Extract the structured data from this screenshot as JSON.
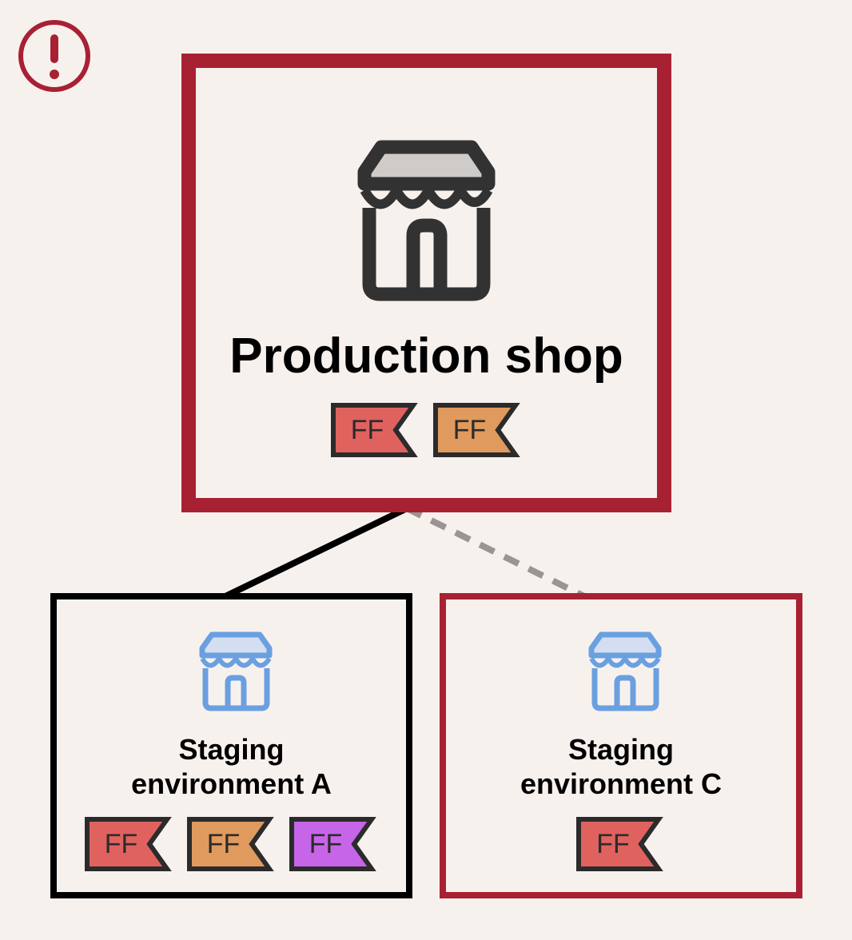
{
  "production": {
    "title": "Production shop",
    "flags": [
      {
        "label": "FF",
        "color": "#e0625f"
      },
      {
        "label": "FF",
        "color": "#e09a5e"
      }
    ]
  },
  "staging_a": {
    "title_line1": "Staging",
    "title_line2": "environment A",
    "flags": [
      {
        "label": "FF",
        "color": "#e0625f"
      },
      {
        "label": "FF",
        "color": "#e09a5e"
      },
      {
        "label": "FF",
        "color": "#c765e8"
      }
    ]
  },
  "staging_c": {
    "title_line1": "Staging",
    "title_line2": "environment C",
    "flags": [
      {
        "label": "FF",
        "color": "#e0625f"
      }
    ]
  },
  "colors": {
    "alert_red": "#a82132",
    "shop_dark": "#333232",
    "shop_awning": "#cfcbc8",
    "staging_blue": "#6aa0e0",
    "staging_awning": "#d3dff0",
    "dashed_link": "#9a9593",
    "background": "#f7f1ee"
  },
  "icons": {
    "alert": "exclamation-circle-icon",
    "shop": "storefront-icon"
  }
}
